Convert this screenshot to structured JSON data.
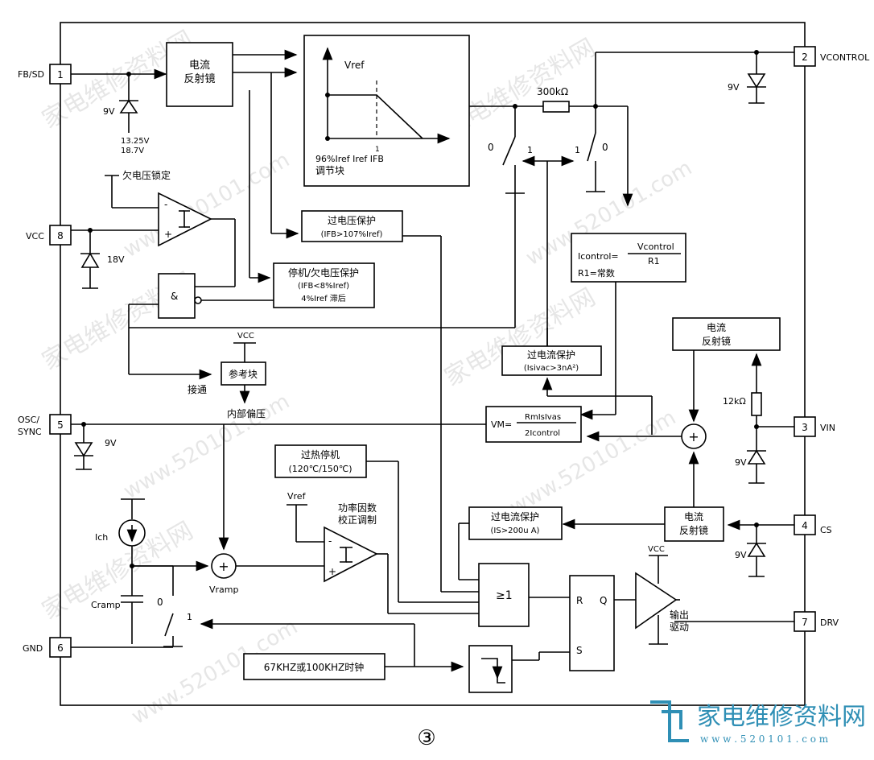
{
  "pins": {
    "p1": {
      "num": "1",
      "label": "FB/SD"
    },
    "p2": {
      "num": "2",
      "label": "VCONTROL"
    },
    "p3": {
      "num": "3",
      "label": "VIN"
    },
    "p4": {
      "num": "4",
      "label": "CS"
    },
    "p5": {
      "num": "5",
      "label": "OSC/",
      "label2": "SYNC"
    },
    "p6": {
      "num": "6",
      "label": "GND"
    },
    "p7": {
      "num": "7",
      "label": "DRV"
    },
    "p8": {
      "num": "8",
      "label": "VCC"
    }
  },
  "blocks": {
    "mirror_top": {
      "line1": "电流",
      "line2": "反射镜"
    },
    "graph": {
      "vref": "Vref",
      "tick": "1",
      "caption1": "96%Iref Iref IFB",
      "caption2": "调节块"
    },
    "ovp": {
      "line1": "过电压保护",
      "line2": "(IFB>107%Iref)"
    },
    "standby": {
      "line1": "停机/欠电压保护",
      "line2": "(IFB<8%Iref)",
      "line3": "4%Iref 滞后"
    },
    "uvlo_label": "欠电压锁定",
    "and_gate": "&",
    "ref": {
      "label": "参考块",
      "vcc": "VCC",
      "ground": "接通",
      "bias": "内部偏压"
    },
    "icontrol": {
      "lhs": "Icontrol=",
      "num": "Vcontrol",
      "den": "R1",
      "r1": "R1=常数"
    },
    "mirror_right": {
      "line1": "电流",
      "line2": "反射镜"
    },
    "ocp_vac": {
      "line1": "过电流保护",
      "line2": "(Isivac>3nA²)"
    },
    "vm": {
      "lhs": "VM=",
      "num": "RmIsIvas",
      "den": "2Icontrol"
    },
    "thermal": {
      "line1": "过热停机",
      "line2": "(120℃/150℃)"
    },
    "pfc": {
      "vref": "Vref",
      "line1": "功率因数",
      "line2": "校正调制"
    },
    "ocp_cs": {
      "line1": "过电流保护",
      "line2": "(IS>200u A)"
    },
    "mirror_cs": {
      "line1": "电流",
      "line2": "反射镜"
    },
    "or_gate": "≥1",
    "rs": {
      "r": "R",
      "q": "Q",
      "s": "S"
    },
    "driver": {
      "vcc": "VCC",
      "line1": "输出",
      "line2": "驱动"
    },
    "clock": "67KHZ或100KHZ时钟",
    "ramp": {
      "ich": "Ich",
      "cramp": "Cramp",
      "vramp": "Vramp",
      "plus": "+"
    },
    "resistor": "300kΩ",
    "res12k": "12kΩ",
    "switch_labels": {
      "s0a": "0",
      "s1a": "1",
      "s1b": "1",
      "s0b": "0",
      "s0c": "0",
      "s1c": "1"
    }
  },
  "zeners": {
    "z1": "9V",
    "z1b": "13.25V",
    "z1c": "18.7V",
    "z2": "9V",
    "z8": "18V",
    "z5": "9V",
    "z3": "9V",
    "z4": "9V"
  },
  "figure_label": "③",
  "watermark": {
    "brand": "家电维修资料网",
    "url": "www.520101.com",
    "logo_url": "w w w . 5 2 0 1 0 1 . c o m"
  }
}
